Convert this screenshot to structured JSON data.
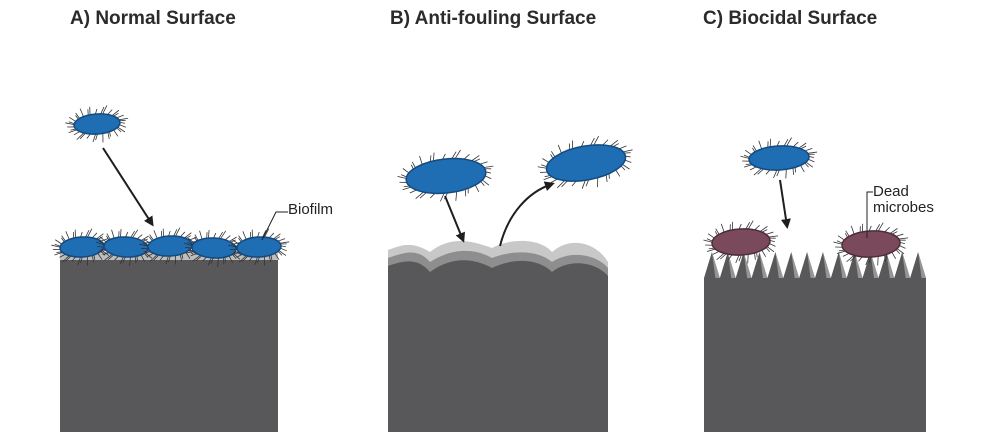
{
  "panels": {
    "a": {
      "title": "A) Normal Surface",
      "callout": "Biofilm"
    },
    "b": {
      "title": "B) Anti-fouling Surface"
    },
    "c": {
      "title": "C) Biocidal Surface",
      "callout_line1": "Dead",
      "callout_line2": "microbes"
    }
  },
  "colors": {
    "surface": "#58585a",
    "surface_light": "#c8c8c8",
    "surface_mid": "#8e8e8e",
    "live_microbe": "#1f6db3",
    "live_microbe_stroke": "#134a80",
    "dead_microbe": "#7a4a5c",
    "dead_microbe_stroke": "#4d2c3a",
    "arrow": "#1e1e1e",
    "cilia": "#333333"
  }
}
